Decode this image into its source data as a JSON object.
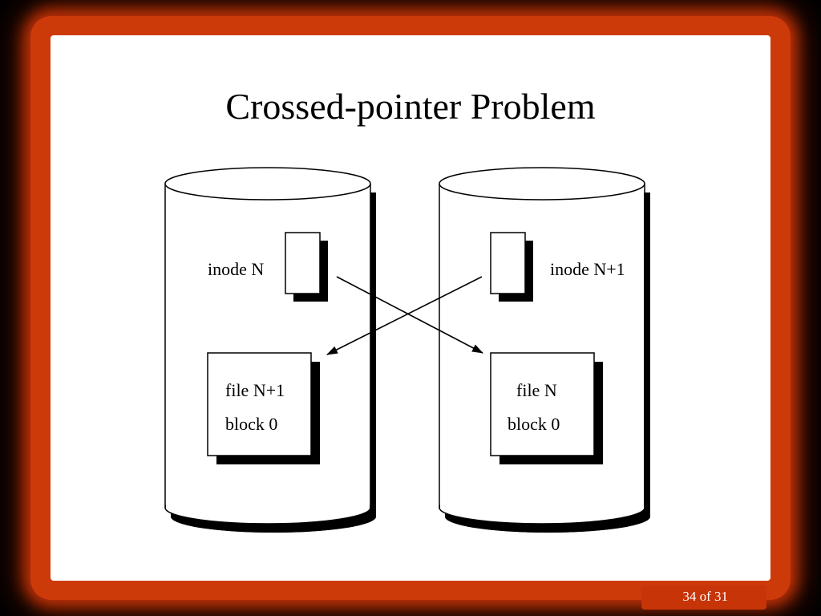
{
  "slide": {
    "title": "Crossed-pointer Problem",
    "page_indicator": "34 of 31"
  },
  "diagram": {
    "left_disk": {
      "inode_label": "inode N",
      "block_line1": "file N+1",
      "block_line2": "block 0"
    },
    "right_disk": {
      "inode_label": "inode N+1",
      "block_line1": "file N",
      "block_line2": "block 0"
    }
  },
  "colors": {
    "frame": "#cc3a0a",
    "slide_background": "#ffffff",
    "ink": "#000000"
  }
}
